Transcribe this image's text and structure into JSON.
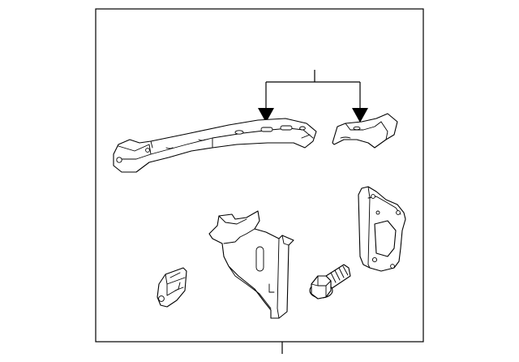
{
  "diagram": {
    "background_color": "#ffffff",
    "line_color": "#000000",
    "frame": "rectangular-border",
    "callout": {
      "shape": "bracket-with-two-arrowheads",
      "targets": [
        "front-cross-member",
        "corner-bracket"
      ]
    },
    "parts": [
      {
        "icon": "front-cross-member-icon"
      },
      {
        "icon": "corner-bracket-icon"
      },
      {
        "icon": "side-support-bracket-icon"
      },
      {
        "icon": "mounting-plate-icon"
      },
      {
        "icon": "flange-bolt-icon"
      },
      {
        "icon": "small-clip-icon"
      }
    ]
  }
}
